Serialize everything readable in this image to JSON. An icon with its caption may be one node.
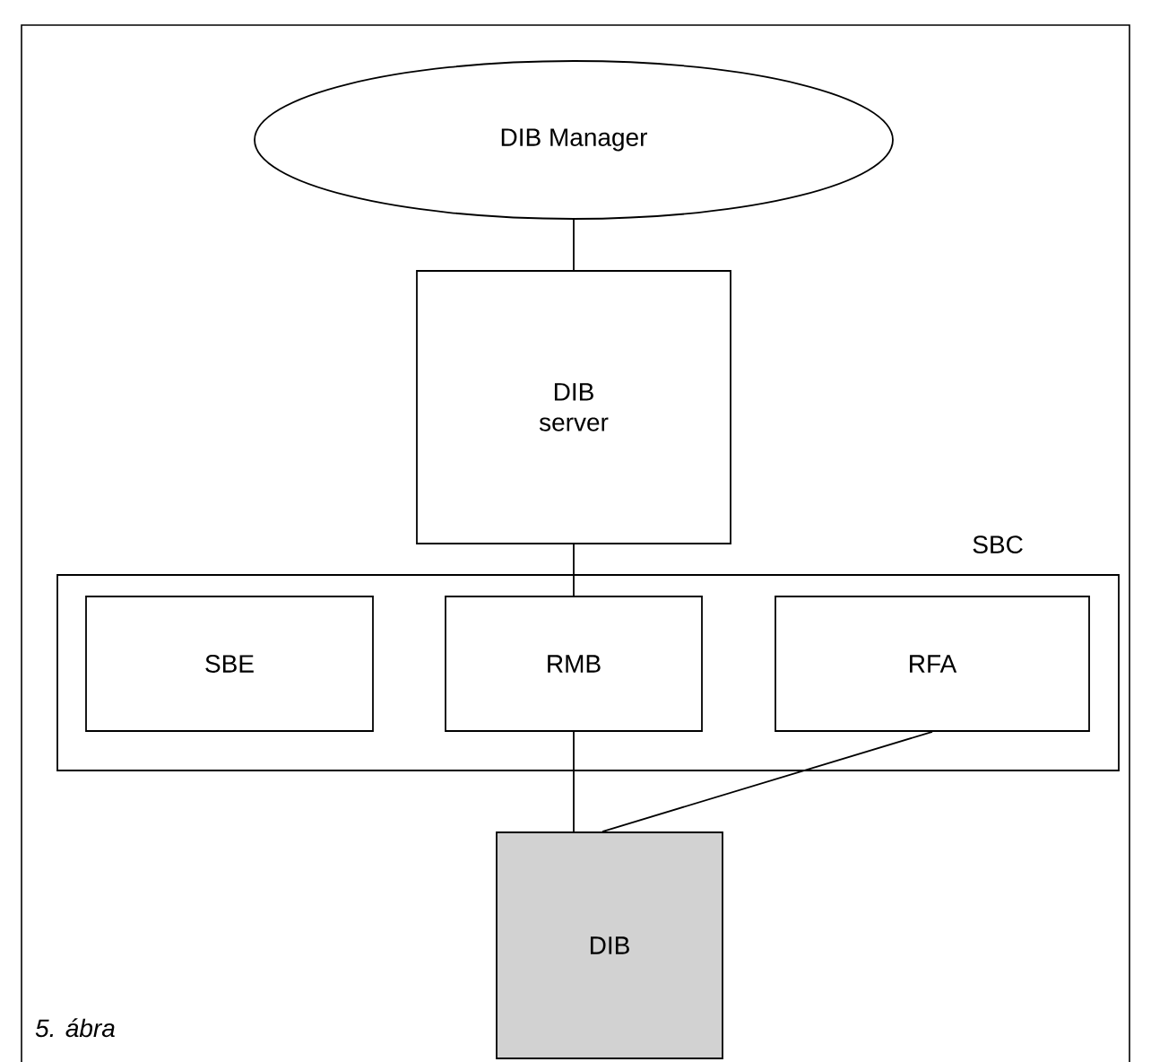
{
  "diagram": {
    "caption": "5. ábra",
    "nodes": [
      {
        "text": [
          "DIB Manager"
        ]
      },
      {
        "text": [
          "DIB server"
        ]
      },
      {
        "text": [
          "SBC"
        ]
      },
      {
        "text": [
          "SBE"
        ],
        "in": 2
      },
      {
        "text": [
          "RMB"
        ],
        "in": 2
      },
      {
        "text": [
          "RFA"
        ],
        "in": 2
      },
      {
        "text": [
          "DIB"
        ]
      }
    ],
    "edges": [
      {
        "from": 0,
        "to": 1,
        "arrow": "none"
      },
      {
        "from": 1,
        "to": 4,
        "arrow": "none"
      },
      {
        "from": 4,
        "to": 6,
        "arrow": "none"
      },
      {
        "from": 5,
        "to": 6,
        "arrow": "none"
      }
    ]
  }
}
